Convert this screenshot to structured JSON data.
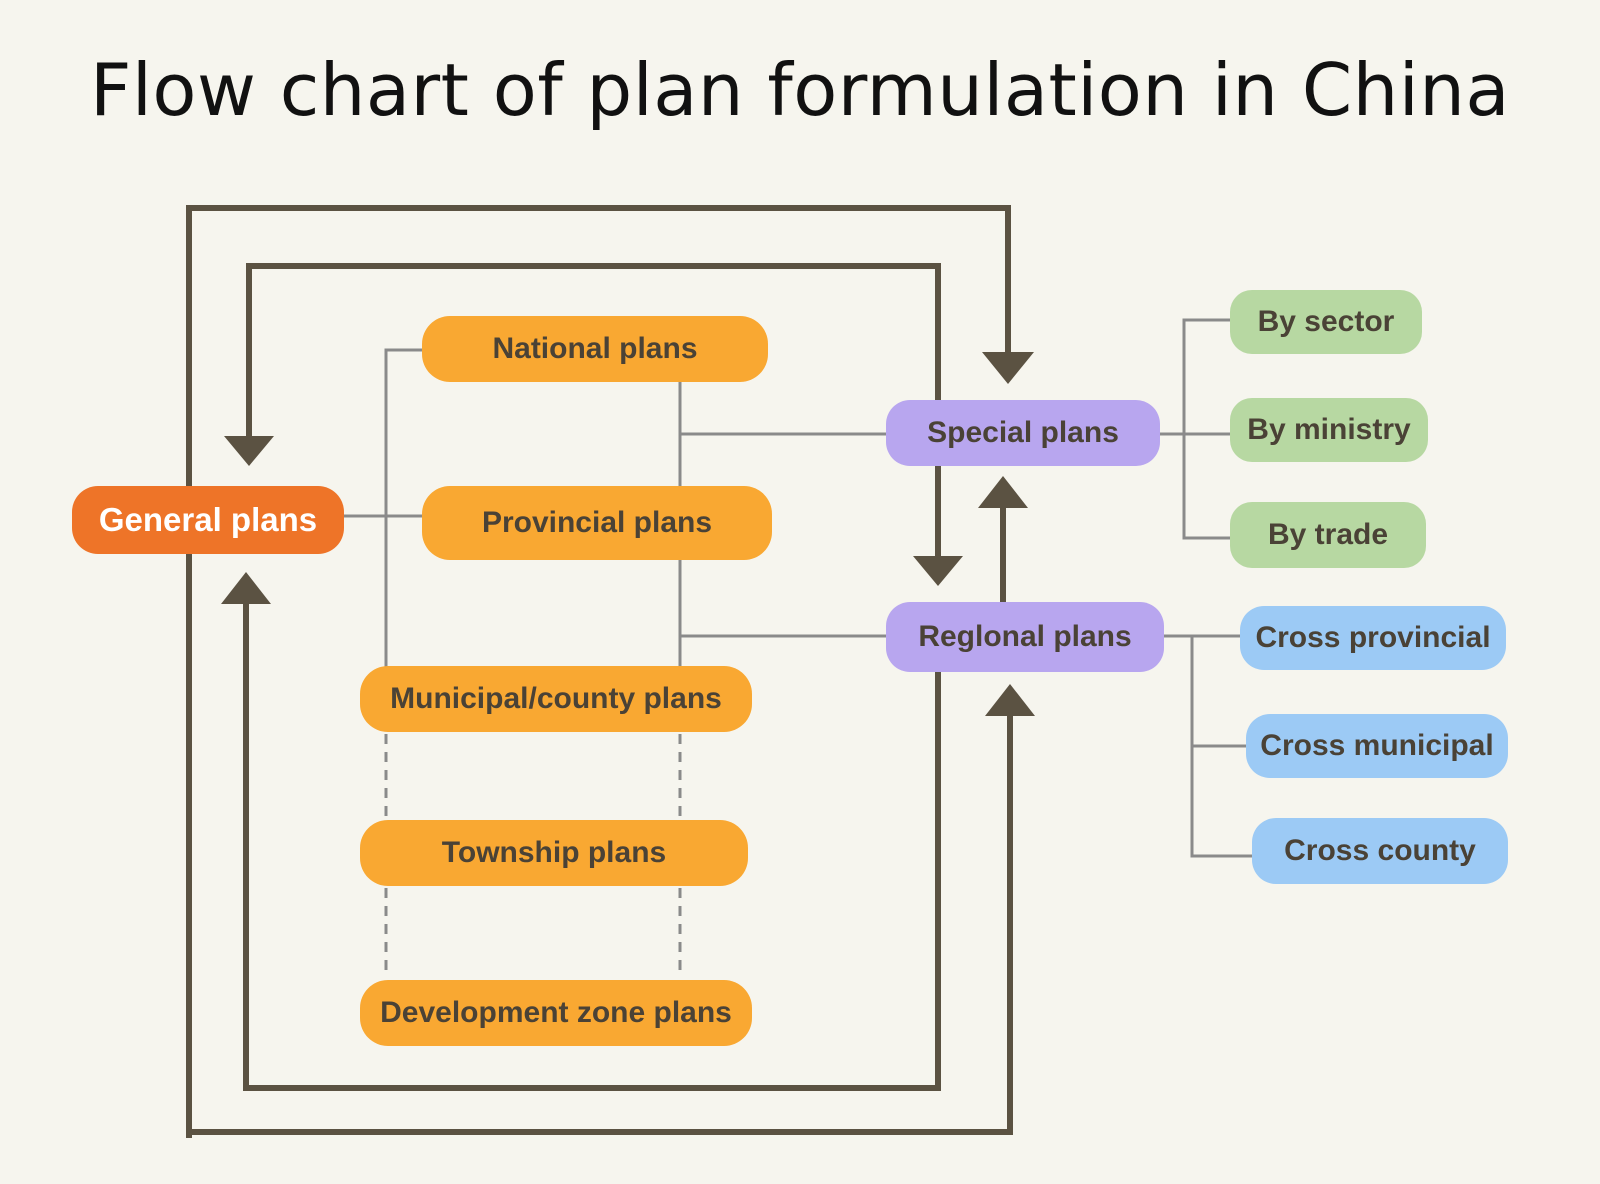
{
  "title": "Flow chart of plan formulation in China",
  "colors": {
    "background": "#f6f5ee",
    "general": "#ee7428",
    "hierarchy": "#f9a832",
    "category": "#b8a6ef",
    "special_subtype": "#b7d8a2",
    "regional_subtype": "#9ccaf5",
    "arrow": "#5b5242",
    "connector": "#8a8a8a"
  },
  "nodes": {
    "general": "General plans",
    "national": "National plans",
    "provincial": "Provincial plans",
    "municipal": "Municipal/county plans",
    "township": "Township plans",
    "devzone": "Development zone plans",
    "special": "Special plans",
    "regional": "Reglonal plans",
    "by_sector": "By sector",
    "by_ministry": "By ministry",
    "by_trade": "By trade",
    "cross_provincial": "Cross provincial",
    "cross_municipal": "Cross municipal",
    "cross_county": "Cross county"
  }
}
